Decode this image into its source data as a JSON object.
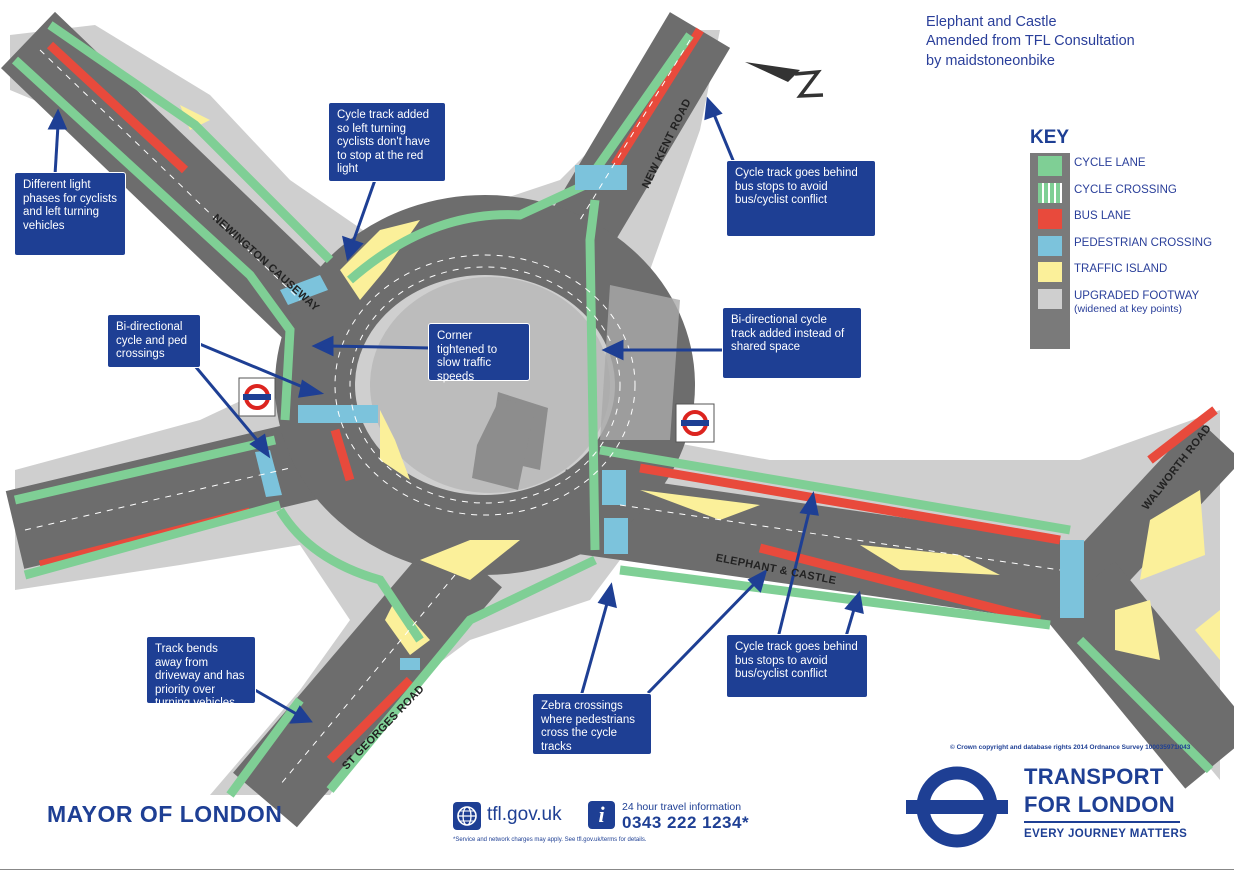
{
  "title": {
    "line1": "Elephant and Castle",
    "line2": "Amended from TFL Consultation",
    "line3": "by maidstoneonbike"
  },
  "key": {
    "heading": "KEY",
    "items": [
      {
        "label": "CYCLE LANE",
        "color": "#7fcf95"
      },
      {
        "label": "CYCLE CROSSING",
        "color": "#7fcf95"
      },
      {
        "label": "BUS LANE",
        "color": "#e84a3c"
      },
      {
        "label": "PEDESTRIAN CROSSING",
        "color": "#7cc3dc"
      },
      {
        "label": "TRAFFIC ISLAND",
        "color": "#fbf09a"
      },
      {
        "label": "UPGRADED FOOTWAY",
        "label2": "(widened at key points)",
        "color": "#cfcfcf"
      }
    ]
  },
  "roads": {
    "newington": "NEWINGTON CAUSEWAY",
    "newkent": "NEW KENT ROAD",
    "walworth": "WALWORTH ROAD",
    "elephant": "ELEPHANT & CASTLE",
    "stgeorges": "ST GEORGES ROAD"
  },
  "annotations": {
    "light_phases": "Different light phases for cyclists and left turning vehicles",
    "left_turn": "Cycle track added so left turning cyclists don't have to stop at the red light",
    "bus_stops_top": "Cycle track goes behind bus stops to avoid bus/cyclist conflict",
    "bidirectional_ped": "Bi-directional cycle and ped crossings",
    "corner": "Corner tightened to slow traffic speeds",
    "bidirectional_track": "Bi-directional cycle track added instead of shared space",
    "bends_away": "Track bends away from driveway and has priority over turning vehicles",
    "zebra": "Zebra crossings where pedestrians cross the cycle tracks",
    "bus_stops_bottom": "Cycle track goes behind bus stops to avoid bus/cyclist conflict"
  },
  "footer": {
    "mayor": "MAYOR OF LONDON",
    "website": "tfl.gov.uk",
    "info_label": "24 hour travel information",
    "info_phone": "0343 222 1234*",
    "footnote": "*Service and network charges may apply. See tfl.gov.uk/terms for details.",
    "copyright": "© Crown copyright and database rights 2014 Ordnance Survey 100035971/043",
    "tfl_line1": "TRANSPORT",
    "tfl_line2": "FOR LONDON",
    "tfl_line3": "EVERY JOURNEY MATTERS"
  },
  "colors": {
    "road": "#6d6d6d",
    "footway": "#cfcfcf",
    "cycle": "#7fcf95",
    "bus": "#e84a3c",
    "island": "#fbf09a",
    "ped": "#7cc3dc",
    "brand": "#1e3f94",
    "roundel": "#dc241f"
  }
}
